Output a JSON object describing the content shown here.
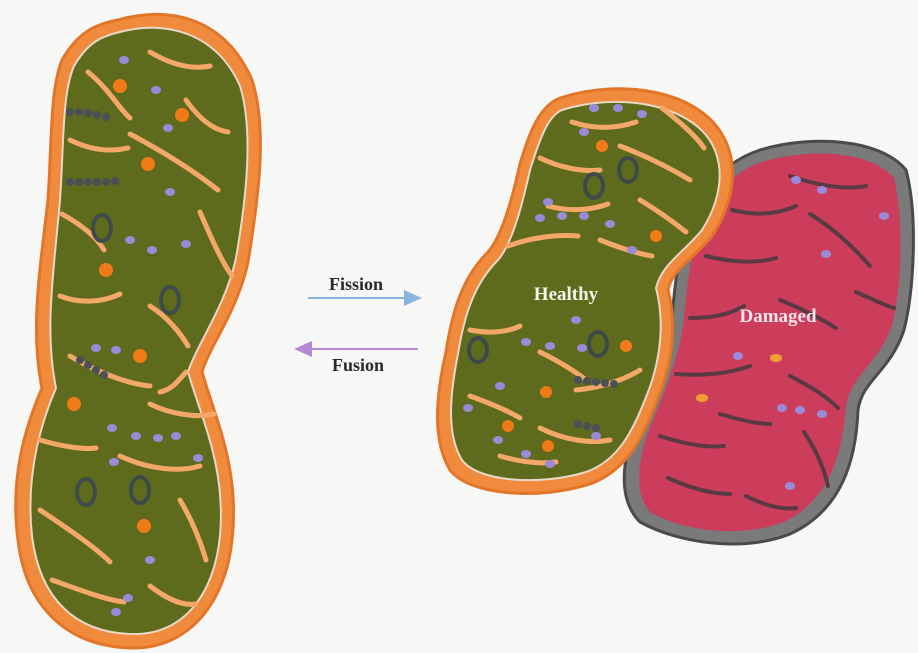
{
  "process_labels": {
    "fission": "Fission",
    "fusion": "Fusion"
  },
  "mitochondria_labels": {
    "healthy": "Healthy",
    "damaged": "Damaged"
  },
  "colors": {
    "background": "#f7f7f5",
    "healthy_matrix": "#5e6b1c",
    "healthy_membrane": "#f08a3c",
    "damaged_matrix": "#cc3d5c",
    "damaged_membrane": "#6a6a6a",
    "particle_orange": "#f07a18",
    "particle_purple": "#9a8ad8",
    "fission_arrow": "#8ab4e0",
    "fusion_arrow": "#b48ad4",
    "healthy_label": "#f4f4e8",
    "damaged_label": "#f7e6ea"
  }
}
